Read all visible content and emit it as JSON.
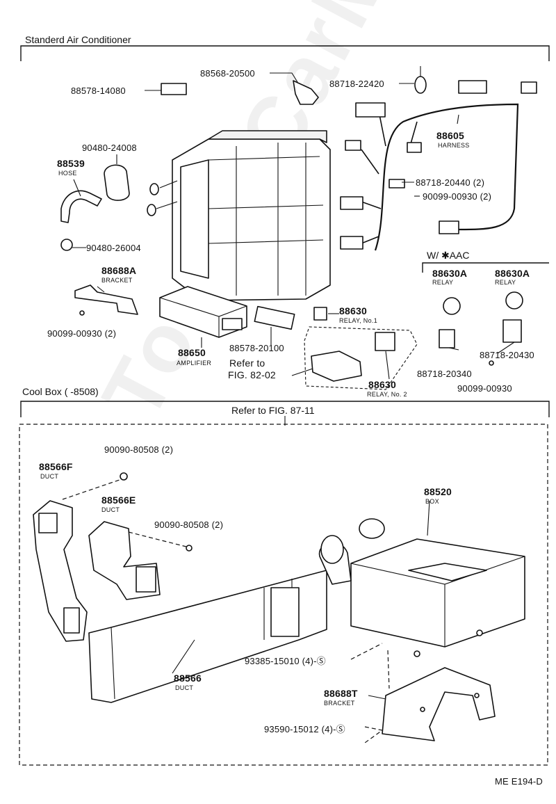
{
  "sections": {
    "standard": "Standerd Air Conditioner",
    "cool_box": "Cool Box (        -8508)",
    "refer_87": "Refer to FIG. 87-11",
    "aac": "W/ ✱AAC"
  },
  "parts": {
    "p88568": "88568-20500",
    "p88578_14080": "88578-14080",
    "p88718_22420": "88718-22420",
    "p88605": "88605",
    "p88605_sub": "HARNESS",
    "p90480_24008": "90480-24008",
    "p88539": "88539",
    "p88539_sub": "HOSE",
    "p88718_20440": "88718-20440 (2)",
    "p90099_00930_2a": "90099-00930 (2)",
    "p90480_26004": "90480-26004",
    "p88688a": "88688A",
    "p88688a_sub": "BRACKET",
    "p90099_00930_2b": "90099-00930 (2)",
    "p88630_1": "88630",
    "p88630_1_sub": "RELAY, No.1",
    "p88650": "88650",
    "p88650_sub": "AMPLIFIER",
    "p88578_20100": "88578-20100",
    "refer_82": "Refer to",
    "refer_82b": "FIG. 82-02",
    "p88630_2": "88630",
    "p88630_2_sub": "RELAY, No. 2",
    "p88630a_1": "88630A",
    "p88630a_1_sub": "RELAY",
    "p88630a_2": "88630A",
    "p88630a_2_sub": "RELAY",
    "p88718_20340": "88718-20340",
    "p88718_20430": "88718-20430",
    "p90099_00930": "90099-00930",
    "p90090_80508_a": "90090-80508 (2)",
    "p88566f": "88566F",
    "p88566f_sub": "DUCT",
    "p88566e": "88566E",
    "p88566e_sub": "DUCT",
    "p90090_80508_b": "90090-80508 (2)",
    "p88520": "88520",
    "p88520_sub": "BOX",
    "p93385": "93385-15010 (4)-Ⓢ",
    "p88566": "88566",
    "p88566_sub": "DUCT",
    "p88688t": "88688T",
    "p88688t_sub": "BRACKET",
    "p93590": "93590-15012 (4)-Ⓢ"
  },
  "footer": {
    "code": "ME E194-D"
  },
  "watermark": "ToyotaCarMine.ru"
}
